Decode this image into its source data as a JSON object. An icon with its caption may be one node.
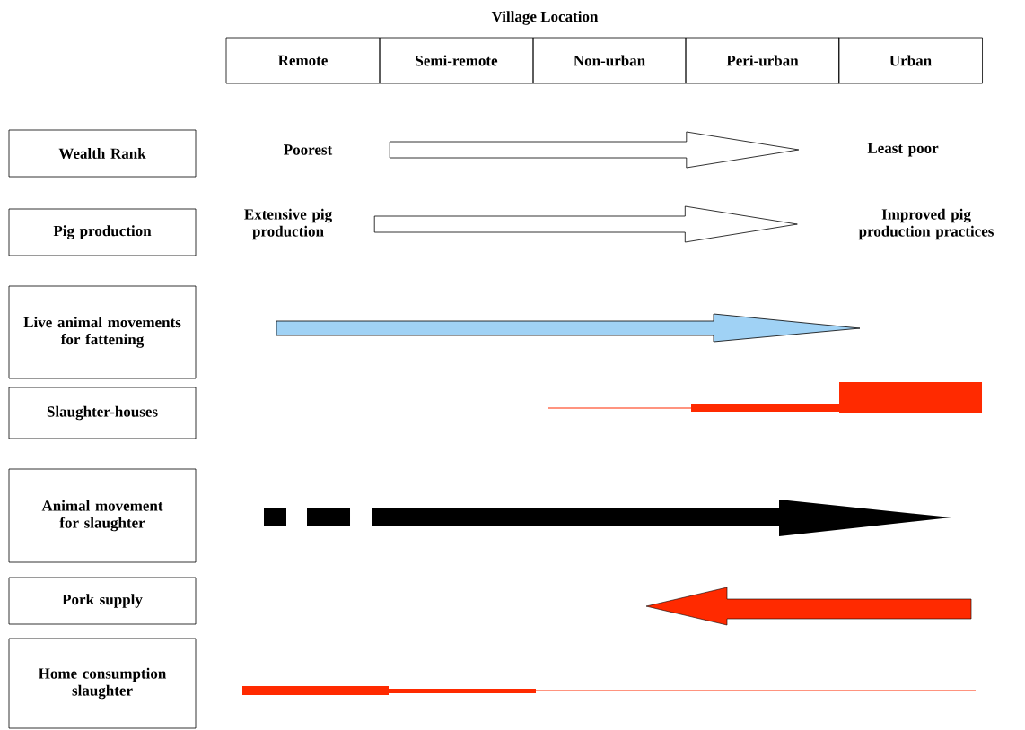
{
  "diagram": {
    "title": "Village Location",
    "nodes": [
      {
        "text": [
          "Remote"
        ]
      },
      {
        "text": [
          "Semi-remote"
        ]
      },
      {
        "text": [
          "Non-urban"
        ]
      },
      {
        "text": [
          "Peri-urban"
        ]
      },
      {
        "text": [
          "Urban"
        ]
      },
      {
        "text": [
          "Wealth Rank"
        ]
      },
      {
        "text": [
          "Poorest"
        ]
      },
      {
        "text": [
          "Least poor"
        ]
      },
      {
        "text": [
          "Pig production"
        ]
      },
      {
        "text": [
          "Extensive pig production"
        ]
      },
      {
        "text": [
          "Improved pig production practices"
        ]
      },
      {
        "text": [
          "Live animal movements for fattening"
        ]
      },
      {
        "text": [
          "Slaughter-houses"
        ]
      },
      {
        "text": [
          "Animal movement for slaughter"
        ]
      },
      {
        "text": [
          "Pork supply"
        ]
      },
      {
        "text": [
          "Home consumption slaughter"
        ]
      }
    ],
    "edges": [
      {
        "from": 6,
        "to": 7,
        "arrow": "to"
      },
      {
        "from": 9,
        "to": 10,
        "arrow": "to"
      }
    ]
  }
}
